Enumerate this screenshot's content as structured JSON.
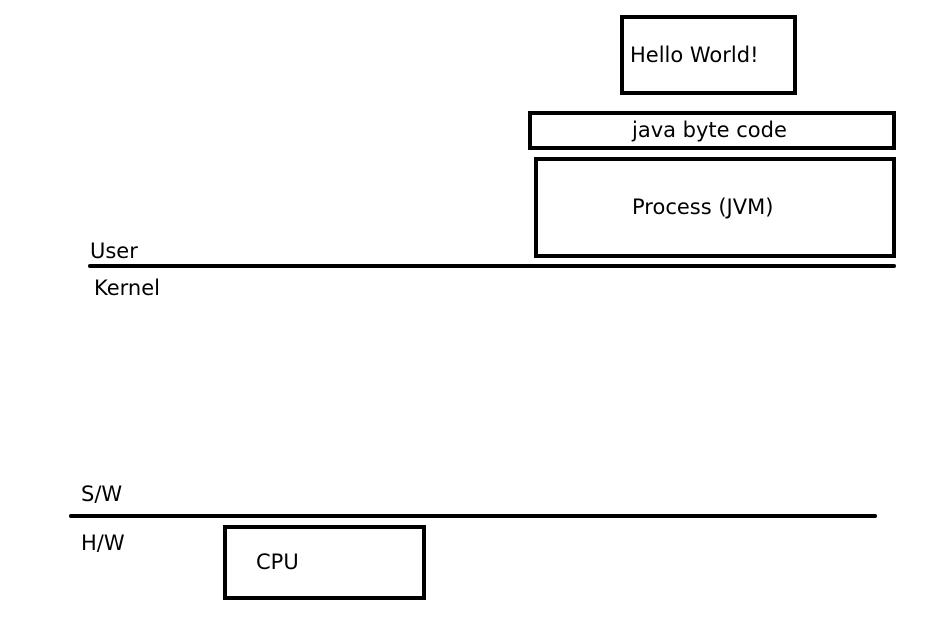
{
  "boxes": {
    "hello_world": "Hello World!",
    "bytecode": "java byte code",
    "process": "Process (JVM)",
    "cpu": "CPU"
  },
  "labels": {
    "user": "User",
    "kernel": "Kernel",
    "software": "S/W",
    "hardware": "H/W"
  }
}
